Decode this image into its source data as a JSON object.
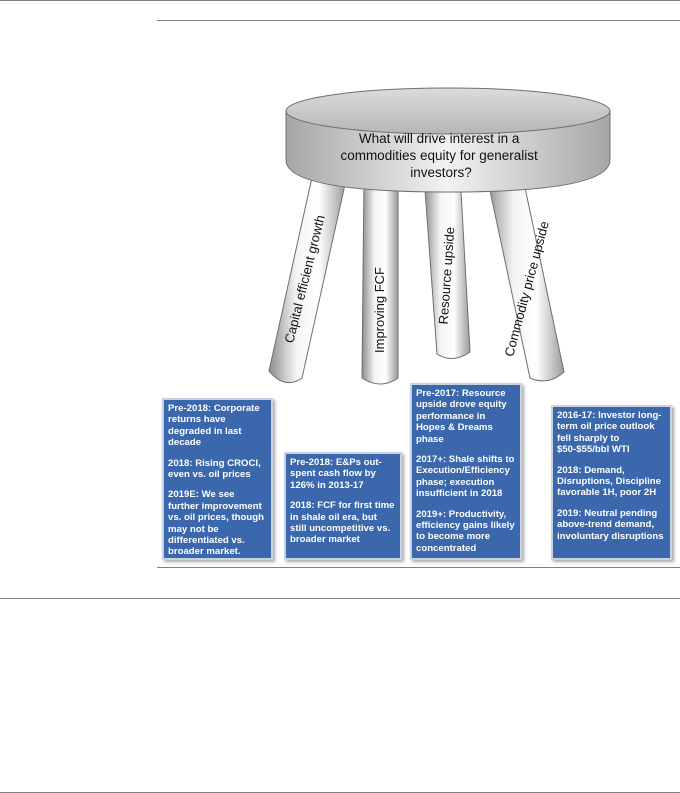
{
  "diagram": {
    "seat_question_lines": [
      "What will drive interest in a",
      "commodities equity for generalist",
      "investors?"
    ],
    "legs": [
      {
        "label": "Capital efficient growth"
      },
      {
        "label": "Improving FCF"
      },
      {
        "label": "Resource upside"
      },
      {
        "label": "Commodity price upside"
      }
    ],
    "cards": [
      {
        "paragraphs": [
          "Pre-2018: Corporate returns have degraded in last decade",
          "2018: Rising CROCI, even vs. oil prices",
          "2019E: We see further improvement vs. oil prices, though may not be differentiated vs. broader market."
        ]
      },
      {
        "paragraphs": [
          "Pre-2018: E&Ps out-spent cash flow by 126% in 2013-17",
          "2018: FCF for first time in shale oil era, but still uncompetitive vs. broader market"
        ]
      },
      {
        "paragraphs": [
          "Pre-2017: Resource upside drove equity performance in Hopes & Dreams phase",
          "2017+: Shale shifts to Execution/Efficiency phase; execution insufficient in 2018",
          "2019+: Productivity, efficiency gains likely to become more concentrated"
        ]
      },
      {
        "paragraphs": [
          "2016-17: Investor long-term oil price outlook fell sharply to $50-$55/bbl WTI",
          "2018: Demand, Disruptions, Discipline favorable 1H, poor 2H",
          "2019: Neutral pending above-trend demand, involuntary disruptions"
        ]
      }
    ]
  }
}
